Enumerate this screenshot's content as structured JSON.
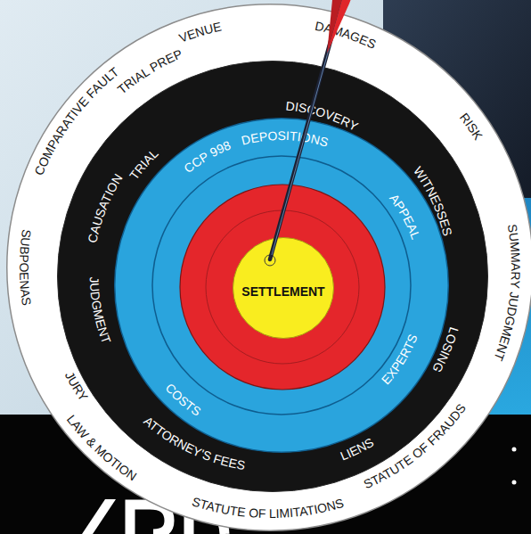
{
  "diagram": {
    "nodes": [
      {
        "text": [
          "VENUE",
          "DAMAGES",
          "RISK",
          "SUMMARY JUDGMENT",
          "STATUTE OF FRAUDS",
          "STATUTE OF LIMITATIONS",
          "LAW & MOTION",
          "JURY",
          "SUBPOENAS",
          "COMPARATIVE FAULT",
          "TRIAL PREP"
        ]
      },
      {
        "text": [
          "DISCOVERY",
          "WITNESSES",
          "LOSING",
          "LIENS",
          "ATTORNEY'S FEES",
          "JUDGMENT",
          "CAUSATION",
          "TRIAL"
        ],
        "in": 0
      },
      {
        "text": [
          "DEPOSITIONS",
          "APPEAL",
          "EXPERTS",
          "COSTS",
          "CCP 998"
        ],
        "in": 1
      },
      {
        "text": [
          "SETTLEMENT"
        ],
        "in": 2
      }
    ]
  }
}
